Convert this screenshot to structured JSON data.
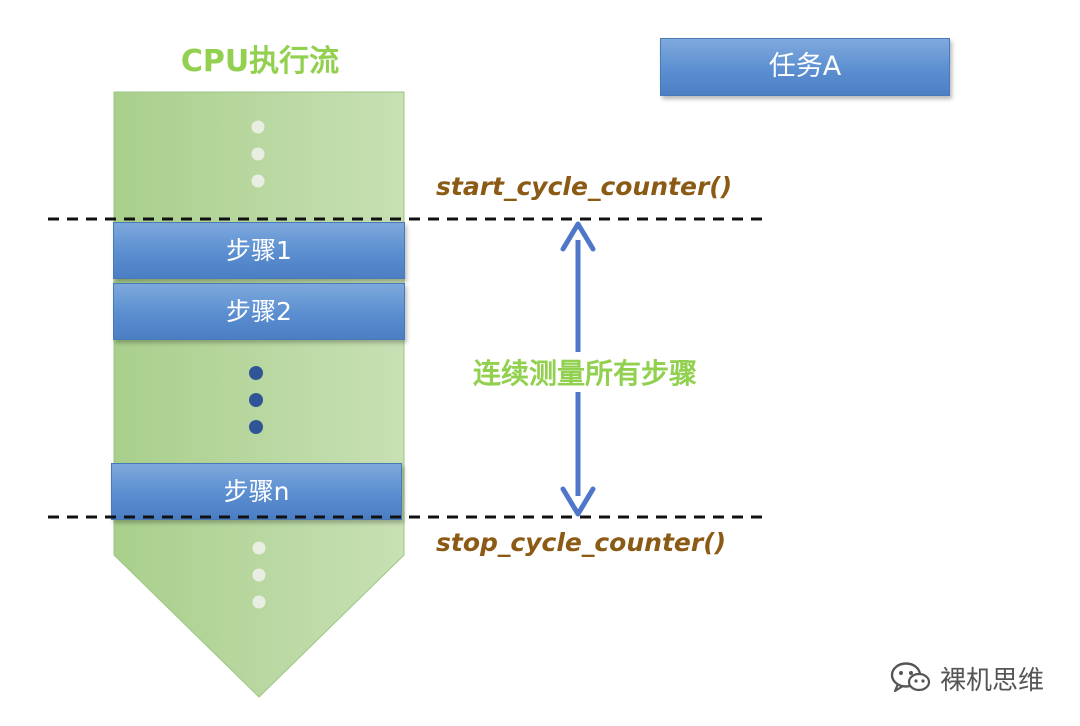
{
  "diagram": {
    "flow_title": "CPU执行流",
    "task_label": "任务A",
    "steps": [
      {
        "label": "步骤1"
      },
      {
        "label": "步骤2"
      },
      {
        "label": "步骤n"
      }
    ],
    "start_call": "start_cycle_counter()",
    "stop_call": "stop_cycle_counter()",
    "measure_label": "连续测量所有步骤"
  },
  "watermark": {
    "text": "裸机思维",
    "icon": "wechat-icon"
  },
  "colors": {
    "flow_green": "#92d050",
    "box_blue": "#5b8fd1",
    "arrow_blue": "#4f76c8",
    "func_brown": "#8b5a14",
    "dot_dark": "#2f5597"
  }
}
